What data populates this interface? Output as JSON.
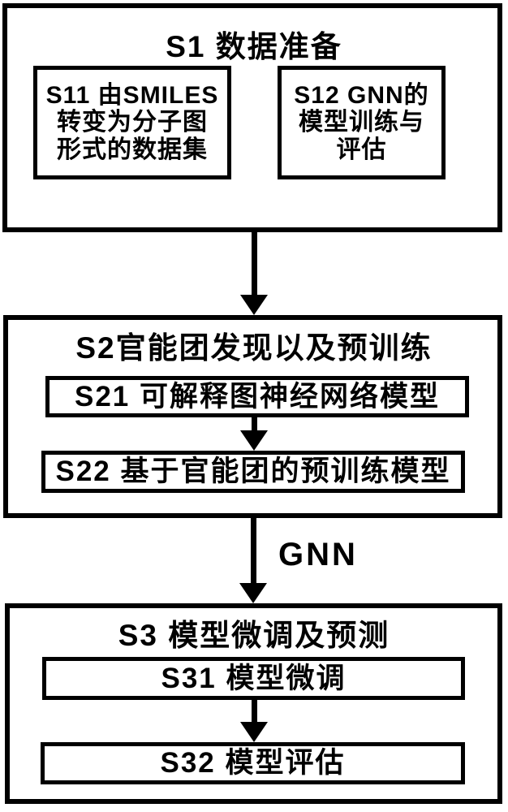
{
  "page": {
    "background_color": "#ffffff",
    "line_color": "#000000"
  },
  "flowchart": {
    "s1": {
      "title": "S1 数据准备",
      "s11_label": "S11 由SMILES\n转变为分子图\n形式的数据集",
      "s12_label": "S12 GNN的\n模型训练与\n评估"
    },
    "s2": {
      "title": "S2官能团发现以及预训练",
      "s21_label": "S21 可解释图神经网络模型",
      "s22_label": "S22 基于官能团的预训练模型"
    },
    "connector_s2_s3_label": "GNN",
    "s3": {
      "title": "S3 模型微调及预测",
      "s31_label": "S31 模型微调",
      "s32_label": "S32 模型评估"
    }
  }
}
